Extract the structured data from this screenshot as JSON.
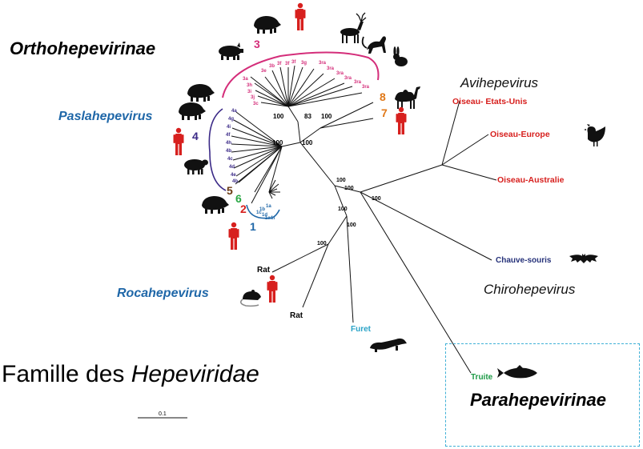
{
  "figure_title": {
    "prefix": "Famille des ",
    "italic": "Hepeviridae"
  },
  "subfamilies": {
    "ortho": "Orthohepevirinae",
    "para": "Parahepevirinae"
  },
  "genera": {
    "paslahepevirus": "Paslahepevirus",
    "rocahepevirus": "Rocahepevirus",
    "avihepevirus": "Avihepevirus",
    "chirohepevirus": "Chirohepevirus"
  },
  "tips": {
    "oiseau_eu": "Oiseau- Etats-Unis",
    "oiseau_europe": "Oiseau-Europe",
    "oiseau_australie": "Oiseau-Australie",
    "chauve_souris": "Chauve-souris",
    "rat1": "Rat",
    "rat2": "Rat",
    "furet": "Furet",
    "truite": "Truite"
  },
  "bootstrap": [
    "100",
    "83",
    "100",
    "100",
    "100",
    "100",
    "100",
    "100",
    "100",
    "100",
    "100"
  ],
  "genotypes": [
    "1",
    "2",
    "3",
    "4",
    "5",
    "6",
    "7",
    "8"
  ],
  "small_labels": {
    "g3": [
      "3a",
      "3h",
      "3i",
      "3j",
      "3c",
      "3e",
      "3b",
      "3f",
      "3f",
      "3f",
      "3g",
      "3ra",
      "3ra",
      "3ra",
      "3ra",
      "3ra",
      "3ra"
    ],
    "g4": [
      "4a",
      "4g",
      "4i",
      "4f",
      "4h",
      "4b",
      "4c",
      "4d",
      "4e",
      "4b"
    ],
    "g1": [
      "1a",
      "1b",
      "1c",
      "1d",
      "1a",
      "1f"
    ]
  },
  "scale": "0.1",
  "colors": {
    "genotype3": "#d42e7a",
    "genotype4": "#3b2a87",
    "genotype1": "#1f67a8",
    "genotype2": "#d7201e",
    "genotype5": "#6b3a12",
    "genotype6": "#2aa845",
    "genotype7": "#e07818",
    "genotype8": "#e07818",
    "human": "#d7201e",
    "animal": "#111111",
    "box": "#3fb0d6"
  },
  "icons": [
    "pig-icon",
    "wild-boar-icon",
    "human-icon",
    "deer-icon",
    "monkey-icon",
    "rabbit-icon",
    "camel-icon",
    "sheep-icon",
    "rat-icon",
    "ferret-icon",
    "chicken-icon",
    "bat-icon",
    "trout-icon"
  ]
}
